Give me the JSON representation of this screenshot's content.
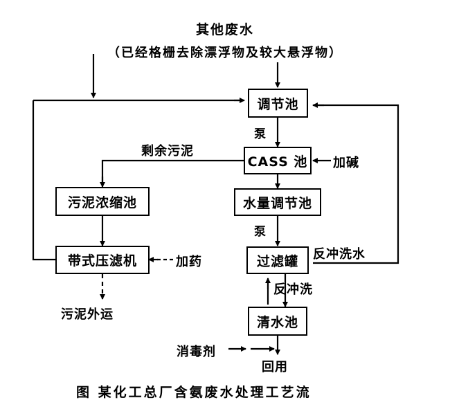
{
  "diagram": {
    "header": {
      "line1": "其他废水",
      "line2": "（已经格栅去除漂浮物及较大悬浮物）"
    },
    "caption": "图  某化工总厂含氨废水处理工艺流",
    "nodes": {
      "regulating_tank": "调节池",
      "cass_tank": "CASS 池",
      "water_volume_tank": "水量调节池",
      "filter_tank": "过滤罐",
      "clear_water_tank": "清水池",
      "sludge_thickener": "污泥浓缩池",
      "belt_filter_press": "带式压滤机"
    },
    "edge_labels": {
      "pump_1": "泵",
      "pump_2": "泵",
      "add_alkali": "加碱",
      "excess_sludge": "剩余污泥",
      "add_chemical": "加药",
      "backwash_water": "反冲洗水",
      "backwash": "反冲洗",
      "disinfectant": "消毒剂",
      "reuse": "回用",
      "sludge_transport": "污泥外运"
    },
    "colors": {
      "ink": "#000000",
      "paper": "#ffffff"
    }
  }
}
